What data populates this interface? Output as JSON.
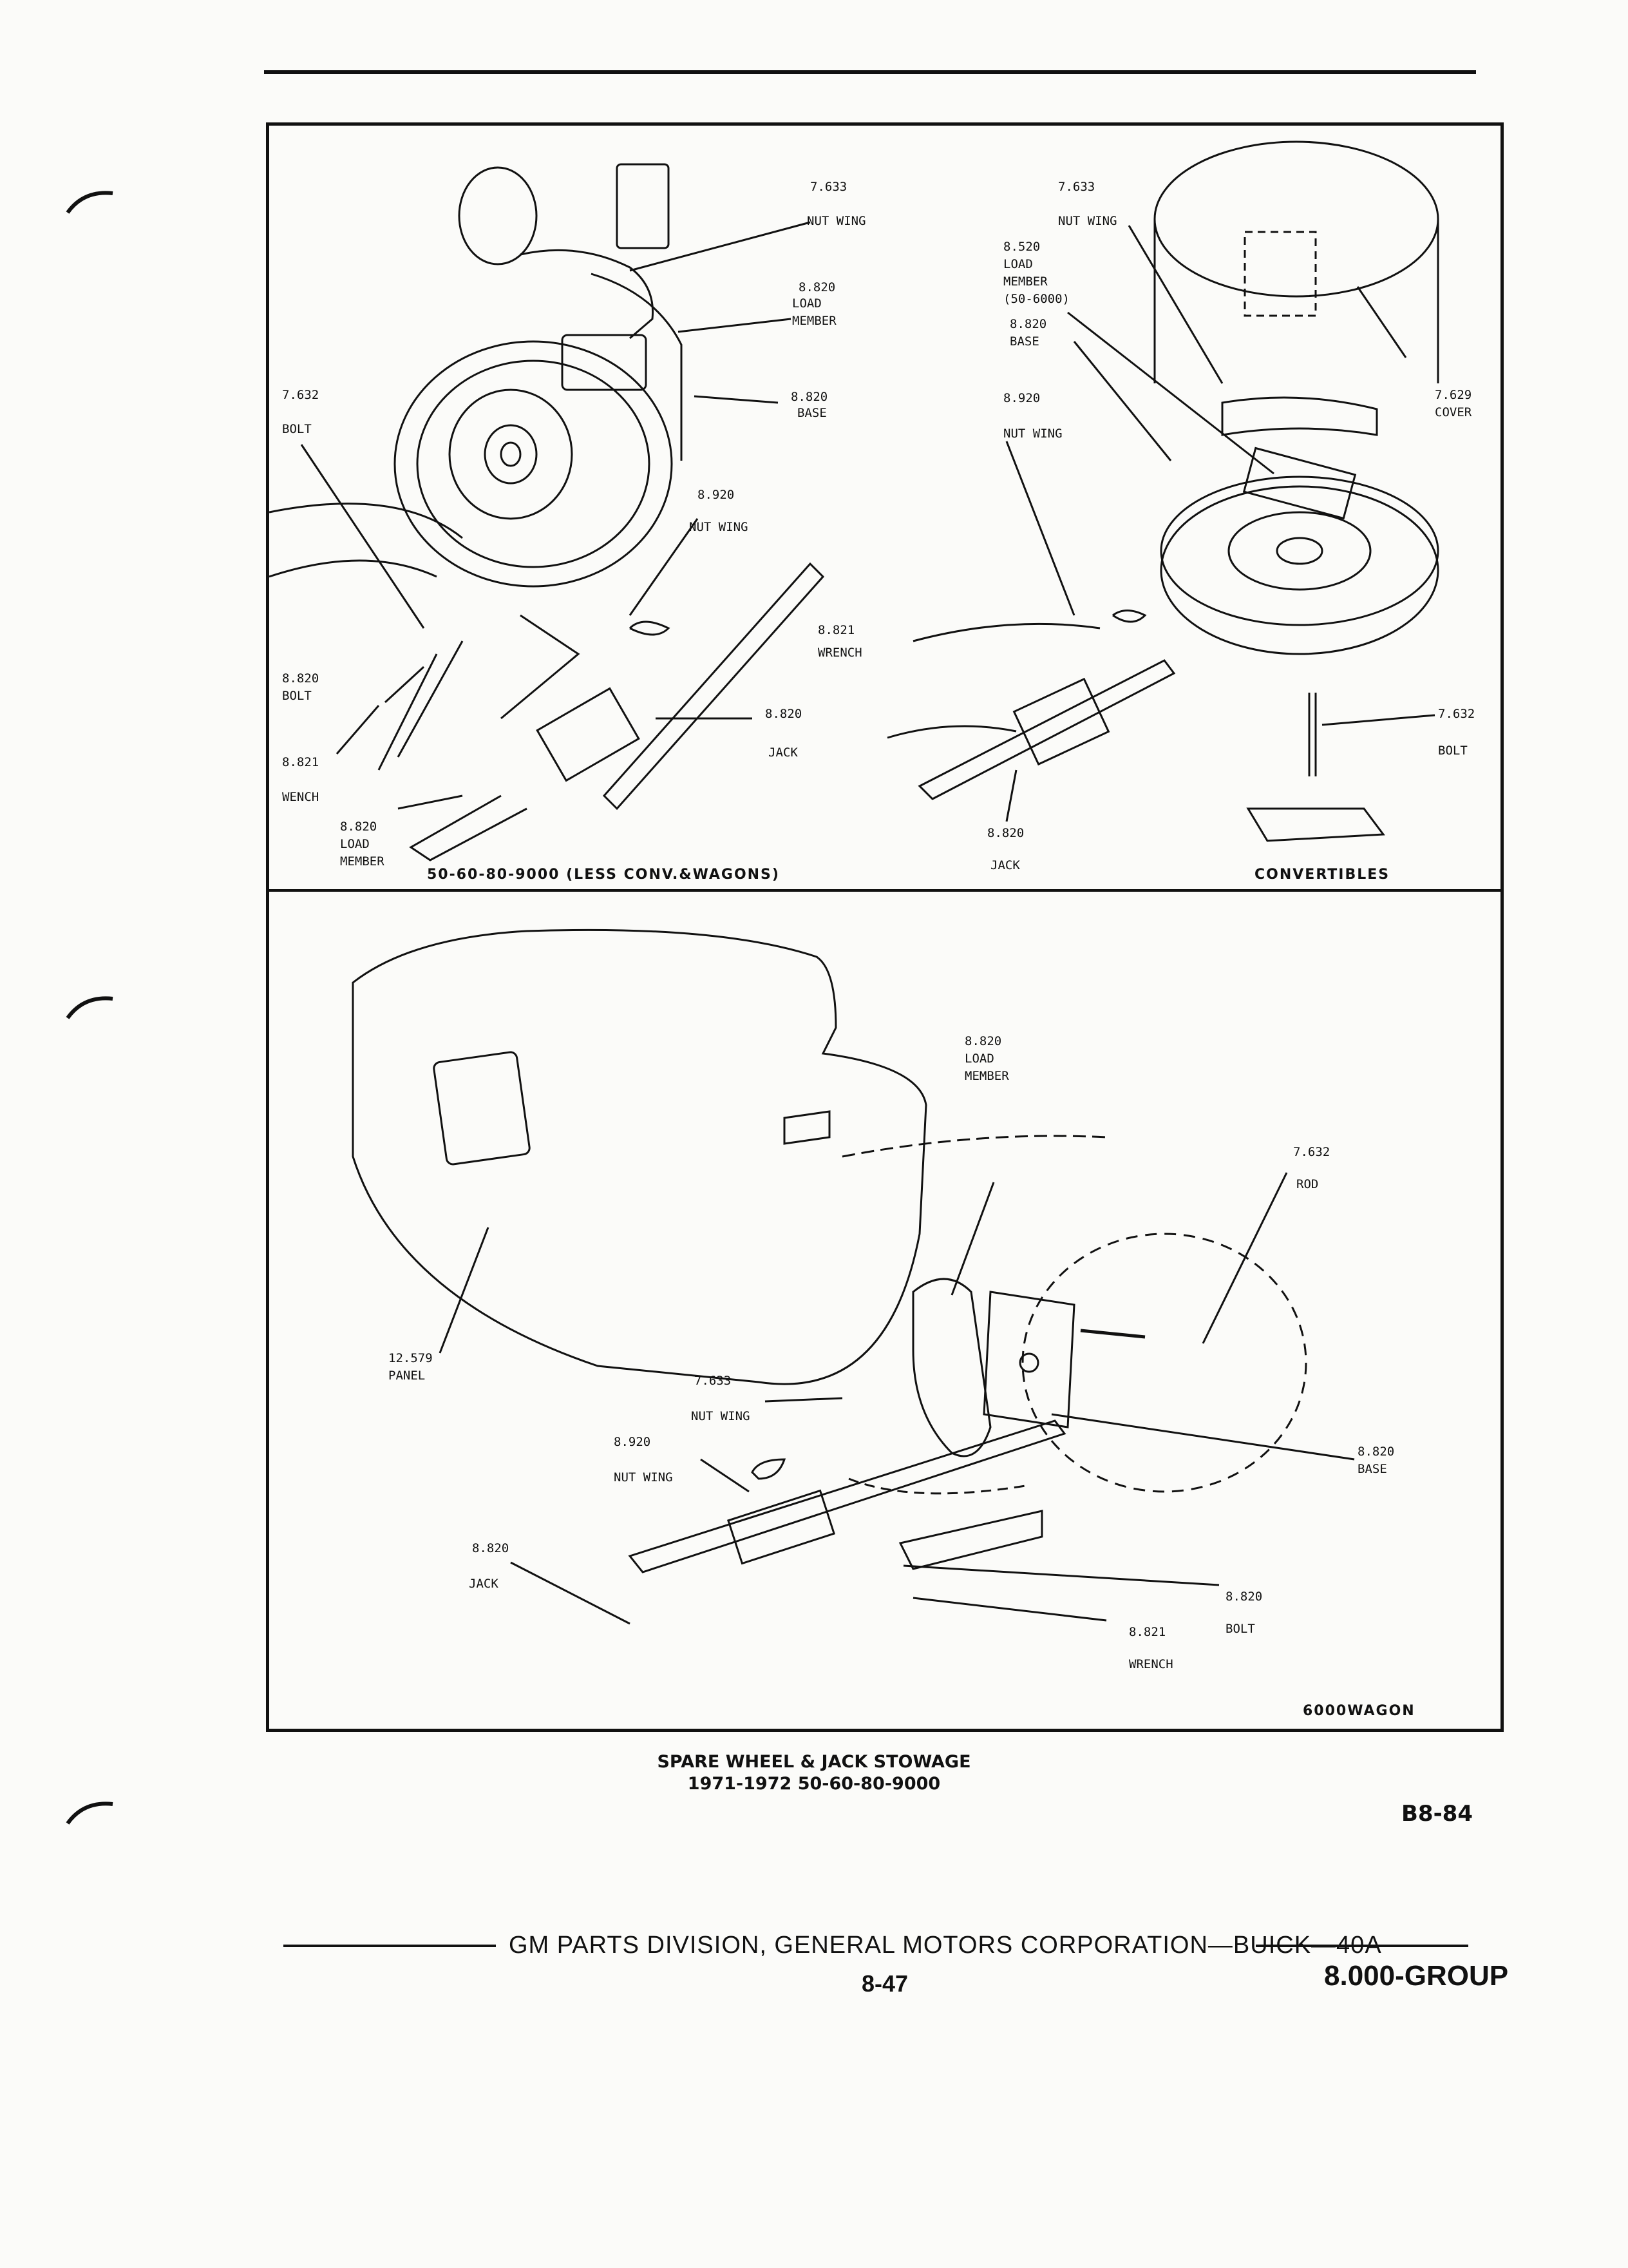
{
  "panel_top_left": {
    "labels": {
      "nut_wing_num": "7.633",
      "nut_wing": "NUT WING",
      "load_member_num": "8.820",
      "load_member": "LOAD\nMEMBER",
      "base_num": "8.820",
      "base": "BASE",
      "bolt_num": "7.632",
      "bolt": "BOLT",
      "nut_wing2_num": "8.920",
      "nut_wing2": "NUT WING",
      "wrench_num": "8.821",
      "wrench": "WRENCH",
      "bolt2": "8.820\nBOLT",
      "wench": "8.821\n\nWENCH",
      "load_member2": "8.820\nLOAD\nMEMBER",
      "jack_num": "8.820",
      "jack": "JACK"
    },
    "caption": "50-60-80-9000 (LESS CONV.&WAGONS)"
  },
  "panel_top_right": {
    "labels": {
      "nut_wing_num": "7.633",
      "nut_wing": "NUT WING",
      "load_member": "8.520\nLOAD\nMEMBER\n(50-6000)",
      "base": "8.820\nBASE",
      "nut_wing2_num": "8.920",
      "nut_wing2": "NUT WING",
      "cover": "7.629\nCOVER",
      "bolt_num": "7.632",
      "bolt": "BOLT",
      "jack_num": "8.820",
      "jack": "JACK"
    },
    "caption": "CONVERTIBLES"
  },
  "panel_bottom": {
    "labels": {
      "load_member": "8.820\nLOAD\nMEMBER",
      "rod_num": "7.632",
      "rod": "ROD",
      "panel": "12.579\nPANEL",
      "nut_wing_num": "7.633",
      "nut_wing": "NUT WING",
      "nut_wing2_num": "8.920",
      "nut_wing2": "NUT WING",
      "base": "8.820\nBASE",
      "jack_num": "8.820",
      "jack": "JACK",
      "bolt_num": "8.820",
      "bolt": "BOLT",
      "wrench_num": "8.821",
      "wrench": "WRENCH"
    },
    "caption": "6000WAGON"
  },
  "figure_title_line1": "SPARE WHEEL & JACK STOWAGE",
  "figure_title_line2": "1971-1972 50-60-80-9000",
  "figure_code": "B8-84",
  "footer": {
    "publisher": "GM PARTS DIVISION, GENERAL MOTORS CORPORATION—BUICK—40A",
    "page": "8-47",
    "group": "8.000-GROUP"
  }
}
